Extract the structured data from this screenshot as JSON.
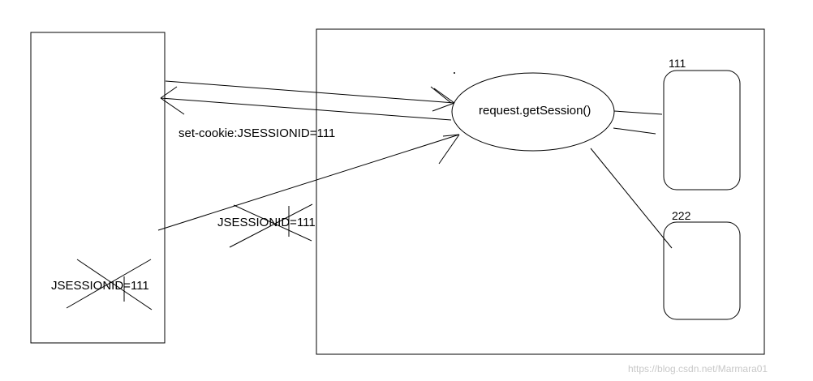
{
  "diagram": {
    "center_node_label": "request.getSession()",
    "set_cookie_label": "set-cookie:JSESSIONID=111",
    "request_cookie_label": "JSESSIONID=111",
    "browser_cookie_label": "JSESSIONID=111",
    "session_one_label": "111",
    "session_two_label": "222"
  },
  "watermark": "https://blog.csdn.net/Marmara01"
}
